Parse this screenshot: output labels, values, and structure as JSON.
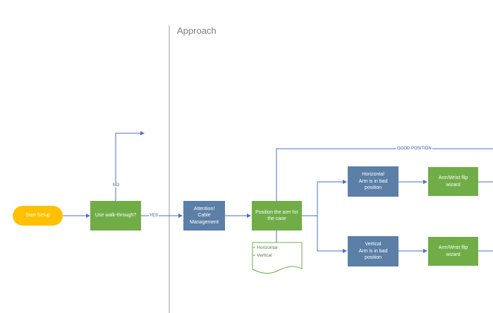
{
  "lane": {
    "title": "Approach"
  },
  "nodes": {
    "start": "Start Setup",
    "walkthrough": "Use walk-through?",
    "attention": "Attention!\nCable Management",
    "position_arm": "Position the arm for\nthe case",
    "horizontal_bad": "Horizontal\nArm is in bad\nposition",
    "vertical_bad": "Vertical\nArm is in bad\nposition",
    "flip_wizard_top": "Arm/Wrist flip\nwizard",
    "flip_wizard_bottom": "Arm/Wrist flip\nwizard"
  },
  "edge_labels": {
    "no": "NO",
    "yes": "YES",
    "good_position": "GOOD POSITION"
  },
  "document": {
    "items": [
      "Horizontal",
      "Vertical"
    ]
  },
  "colors": {
    "decision_green": "#70ad47",
    "process_blue": "#5b7fa6",
    "terminal_yellow": "#ffc000",
    "connector": "#4472c4",
    "lane_divider": "#a6a6a6"
  }
}
